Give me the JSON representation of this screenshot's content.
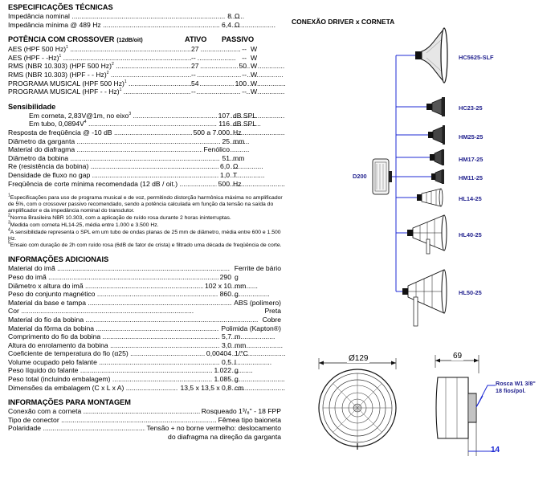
{
  "tech": {
    "title": "ESPECIFICAÇÕES TÉCNICAS",
    "rows": [
      {
        "label": "Impedância nominal",
        "value": "8",
        "unit": "Ω"
      },
      {
        "label": "Impedância mínima @ 489 Hz",
        "value": "6,4",
        "unit": "Ω"
      }
    ]
  },
  "power": {
    "title": "POTÊNCIA COM CROSSOVER",
    "title_note": "(12dB/oit)",
    "col_active": "ATIVO",
    "col_passive": "PASSIVO",
    "rows": [
      {
        "label": "AES (HPF 500 Hz)",
        "sup": "1",
        "active": "27",
        "passive": "--",
        "unit": "W"
      },
      {
        "label": "AES (HPF - -Hz)",
        "sup": "1",
        "active": "--",
        "passive": "--",
        "unit": "W"
      },
      {
        "label": "RMS (NBR 10.303) (HPF 500 Hz)",
        "sup": "2",
        "active": "27",
        "passive": "50",
        "unit": "W"
      },
      {
        "label": "RMS (NBR 10.303) (HPF - - Hz)",
        "sup": "2",
        "active": "--",
        "passive": "--",
        "unit": "W"
      },
      {
        "label": "PROGRAMA MUSICAL (HPF 500 Hz)",
        "sup": "1",
        "active": "54",
        "passive": "100",
        "unit": "W"
      },
      {
        "label": "PROGRAMA MUSICAL (HPF - - Hz)",
        "sup": "1",
        "active": "--",
        "passive": "--",
        "unit": "W"
      }
    ]
  },
  "sens": {
    "title": "Sensibilidade",
    "rows": [
      {
        "label": "Em corneta, 2,83V@1m, no eixo",
        "sup": "3",
        "value": "107",
        "unit": "dB SPL",
        "indent": true
      },
      {
        "label": "Em tubo, 0,0894V",
        "sup": "4",
        "value": "116",
        "unit": "dB SPL",
        "indent": true
      },
      {
        "label": "Resposta de freqüência @ -10 dB",
        "value": "500 a 7.000",
        "unit": "Hz"
      },
      {
        "label": "Diâmetro da garganta",
        "value": "25",
        "unit": "mm"
      },
      {
        "label": "Material do diafragma",
        "value": "Fenólico",
        "unit": ""
      },
      {
        "label": "Diâmetro da bobina",
        "value": "51",
        "unit": "mm"
      },
      {
        "label": "Re (resistência da bobina)",
        "value": "6,0",
        "unit": "Ω"
      },
      {
        "label": "Densidade de fluxo no gap",
        "value": "1,0",
        "unit": "T"
      },
      {
        "label": "Freqüência de corte mínima recomendada (12 dB / oit.)",
        "value": "500",
        "unit": "Hz"
      }
    ]
  },
  "footnotes": [
    {
      "sup": "1",
      "text": "Especificações para uso de programa musical e de voz, permitindo distorção harmônica máxima no amplificador de 5%, com o crossover passivo recomendado, sendo a potência calculada em função da tensão na saída do amplificador e da impedância nominal do transdutor."
    },
    {
      "sup": "2",
      "text": "Norma Brasileira NBR 10.303, com a aplicação de ruído rosa durante 2 horas ininterruptas."
    },
    {
      "sup": "3",
      "text": "Medida com corneta HL14-25, média entre 1.000 e 3.500 Hz."
    },
    {
      "sup": "4",
      "text": "A sensibilidade representa o SPL em um tubo de ondas planas de 25 mm de diâmetro, média entre 600 e 1.500 Hz."
    },
    {
      "sup": "5",
      "text": "Ensaio com duração de 2h com ruído rosa (6dB de fator de crista) e filtrado uma década de freqüência de corte."
    }
  ],
  "info": {
    "title": "INFORMAÇÕES ADICIONAIS",
    "rows": [
      {
        "label": "Material do imã",
        "value": "Ferrite de bário",
        "unit": ""
      },
      {
        "label": "Peso do imã",
        "value": "290",
        "unit": "g"
      },
      {
        "label": "Diâmetro x altura do imã",
        "value": "102 x 10",
        "unit": "mm"
      },
      {
        "label": "Peso do conjunto magnético",
        "value": "860",
        "unit": "g"
      },
      {
        "label": "Material da base e tampa",
        "value": "ABS (polímero)",
        "unit": ""
      },
      {
        "label": "Cor",
        "value": "Preta",
        "unit": ""
      },
      {
        "label": "Material do fio da bobina",
        "value": "Cobre",
        "unit": ""
      },
      {
        "label": "Material da fôrma da bobina",
        "value": "Polimida (Kapton®)",
        "unit": ""
      },
      {
        "label": "Comprimento do fio da bobina",
        "value": "5,7",
        "unit": "m"
      },
      {
        "label": "Altura do enrolamento da bobina",
        "value": "3,0",
        "unit": "mm"
      },
      {
        "label": "Coeficiente de temperatura do fio (α25)",
        "value": "0,00404",
        "unit": "1/°C"
      },
      {
        "label": "Volume ocupado pelo falante",
        "value": "0,5",
        "unit": "l"
      },
      {
        "label": "Peso líquido do falante",
        "value": "1.022",
        "unit": "g"
      },
      {
        "label": "Peso total (incluindo embalagem)",
        "value": "1.085",
        "unit": "g"
      },
      {
        "label": "Dimensões da embalagem (C x L x A)",
        "value": "13,5 x 13,5 x 0,8",
        "unit": "cm"
      }
    ]
  },
  "mount": {
    "title": "INFORMAÇÕES PARA MONTAGEM",
    "rows": [
      {
        "label": "Conexão com a corneta",
        "value": "Rosqueado 1³/₈\" - 18 FPP",
        "unit": ""
      },
      {
        "label": "Tipo de conector",
        "value": "Fêmea tipo baioneta",
        "unit": ""
      },
      {
        "label": "Polaridade",
        "value": "Tensão + no borne vermelho: deslocamento",
        "unit": ""
      }
    ],
    "polarity_line2": "do diafragma na direção da garganta"
  },
  "diagram": {
    "title": "CONEXÃO DRIVER x CORNETA",
    "driver": "D200",
    "horns": [
      "HC5625-SLF",
      "HC23-25",
      "HM25-25",
      "HM17-25",
      "HM11-25",
      "HL14-25",
      "HL40-25",
      "HL50-25"
    ],
    "accent": "#1f2bd4",
    "label_color": "#23238f"
  },
  "dims": {
    "diameter": "Ø129",
    "depth": "69",
    "thread_line1": "Rosca W1 3/8\"",
    "thread_line2": "18 fios/pol.",
    "flange": "14"
  }
}
